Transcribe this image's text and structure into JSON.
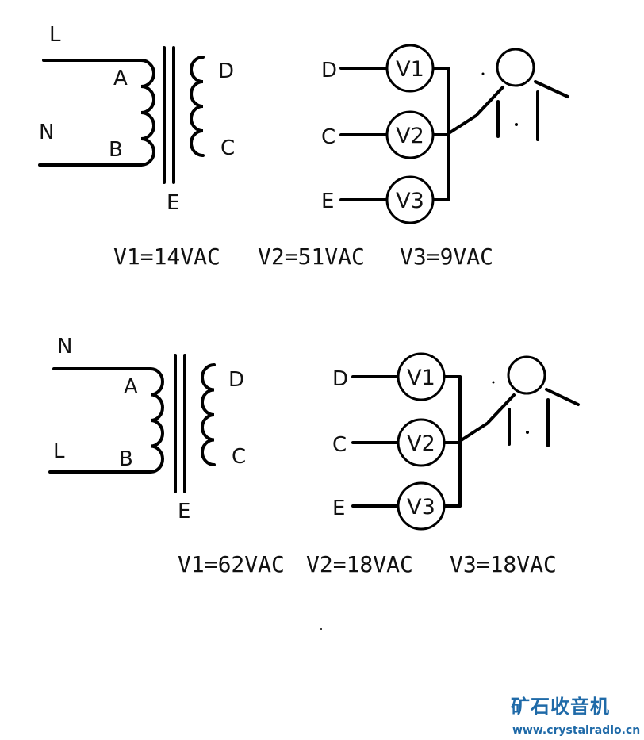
{
  "circuits": [
    {
      "input_top": "L",
      "input_bottom": "N",
      "primary_top": "A",
      "primary_bottom": "B",
      "secondary_top": "D",
      "secondary_bottom": "C",
      "core": "E",
      "probe_1": "D",
      "probe_2": "C",
      "probe_3": "E",
      "meter_1": "V1",
      "meter_2": "V2",
      "meter_3": "V3",
      "reading_1": "V1=14VAC",
      "reading_2": "V2=51VAC",
      "reading_3": "V3=9VAC"
    },
    {
      "input_top": "N",
      "input_bottom": "L",
      "primary_top": "A",
      "primary_bottom": "B",
      "secondary_top": "D",
      "secondary_bottom": "C",
      "core": "E",
      "probe_1": "D",
      "probe_2": "C",
      "probe_3": "E",
      "meter_1": "V1",
      "meter_2": "V2",
      "meter_3": "V3",
      "reading_1": "V1=62VAC",
      "reading_2": "V2=18VAC",
      "reading_3": "V3=18VAC"
    }
  ],
  "watermark": {
    "site_name": "矿石收音机",
    "url": "www.crystalradio.cn"
  }
}
